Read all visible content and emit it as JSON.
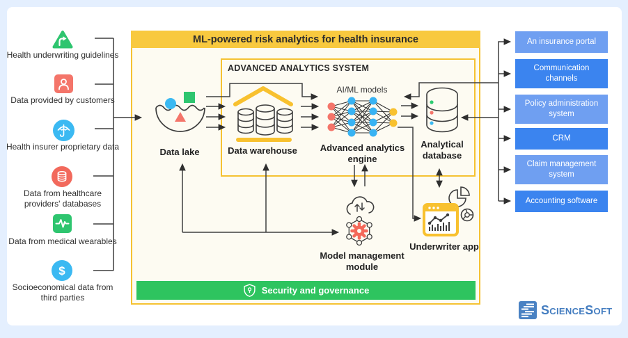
{
  "diagram": {
    "title": "ML-powered risk analytics for health insurance",
    "subsystem": "ADVANCED ANALYTICS SYSTEM",
    "security": "Security and governance",
    "ai_label": "AI/ML models",
    "nodes": {
      "data_lake": "Data lake",
      "data_warehouse": "Data warehouse",
      "engine": "Advanced analytics engine",
      "database": "Analytical database",
      "model_module": "Model management module",
      "underwriter_app": "Underwriter app"
    },
    "sources": [
      {
        "label": "Health underwriting guidelines",
        "icon": "route-arrow-icon",
        "color": "#2ec56f"
      },
      {
        "label": "Data provided by customers",
        "icon": "person-icon",
        "color": "#f4756a"
      },
      {
        "label": "Health insurer proprietary data",
        "icon": "umbrella-icon",
        "color": "#3bb9f2"
      },
      {
        "label": "Data from healthcare providers' databases",
        "icon": "database-icon",
        "color": "#f2695c"
      },
      {
        "label": "Data from medical wearables",
        "icon": "pulse-icon",
        "color": "#2ec56f"
      },
      {
        "label": "Socioeconomical data from third parties",
        "icon": "dollar-icon",
        "color": "#3bb9f2"
      }
    ],
    "targets": [
      {
        "label": "An insurance portal",
        "tone": "light"
      },
      {
        "label": "Communication channels",
        "tone": "dark"
      },
      {
        "label": "Policy administration system",
        "tone": "light"
      },
      {
        "label": "CRM",
        "tone": "dark"
      },
      {
        "label": "Claim management system",
        "tone": "light"
      },
      {
        "label": "Accounting software",
        "tone": "dark"
      }
    ],
    "logo": "ScienceSoft",
    "colors": {
      "yellow": "#f8c93f",
      "yellow_border": "#f5c232",
      "cream_bg": "#fdfbf2",
      "green": "#2ec45f",
      "button_light_blue": "#6f9ff1",
      "button_dark_blue": "#3b84ef",
      "salmon": "#f4756a",
      "sky_blue": "#3bb9f2",
      "connector": "#3f3f3f",
      "logo_blue": "#447dc0"
    }
  }
}
